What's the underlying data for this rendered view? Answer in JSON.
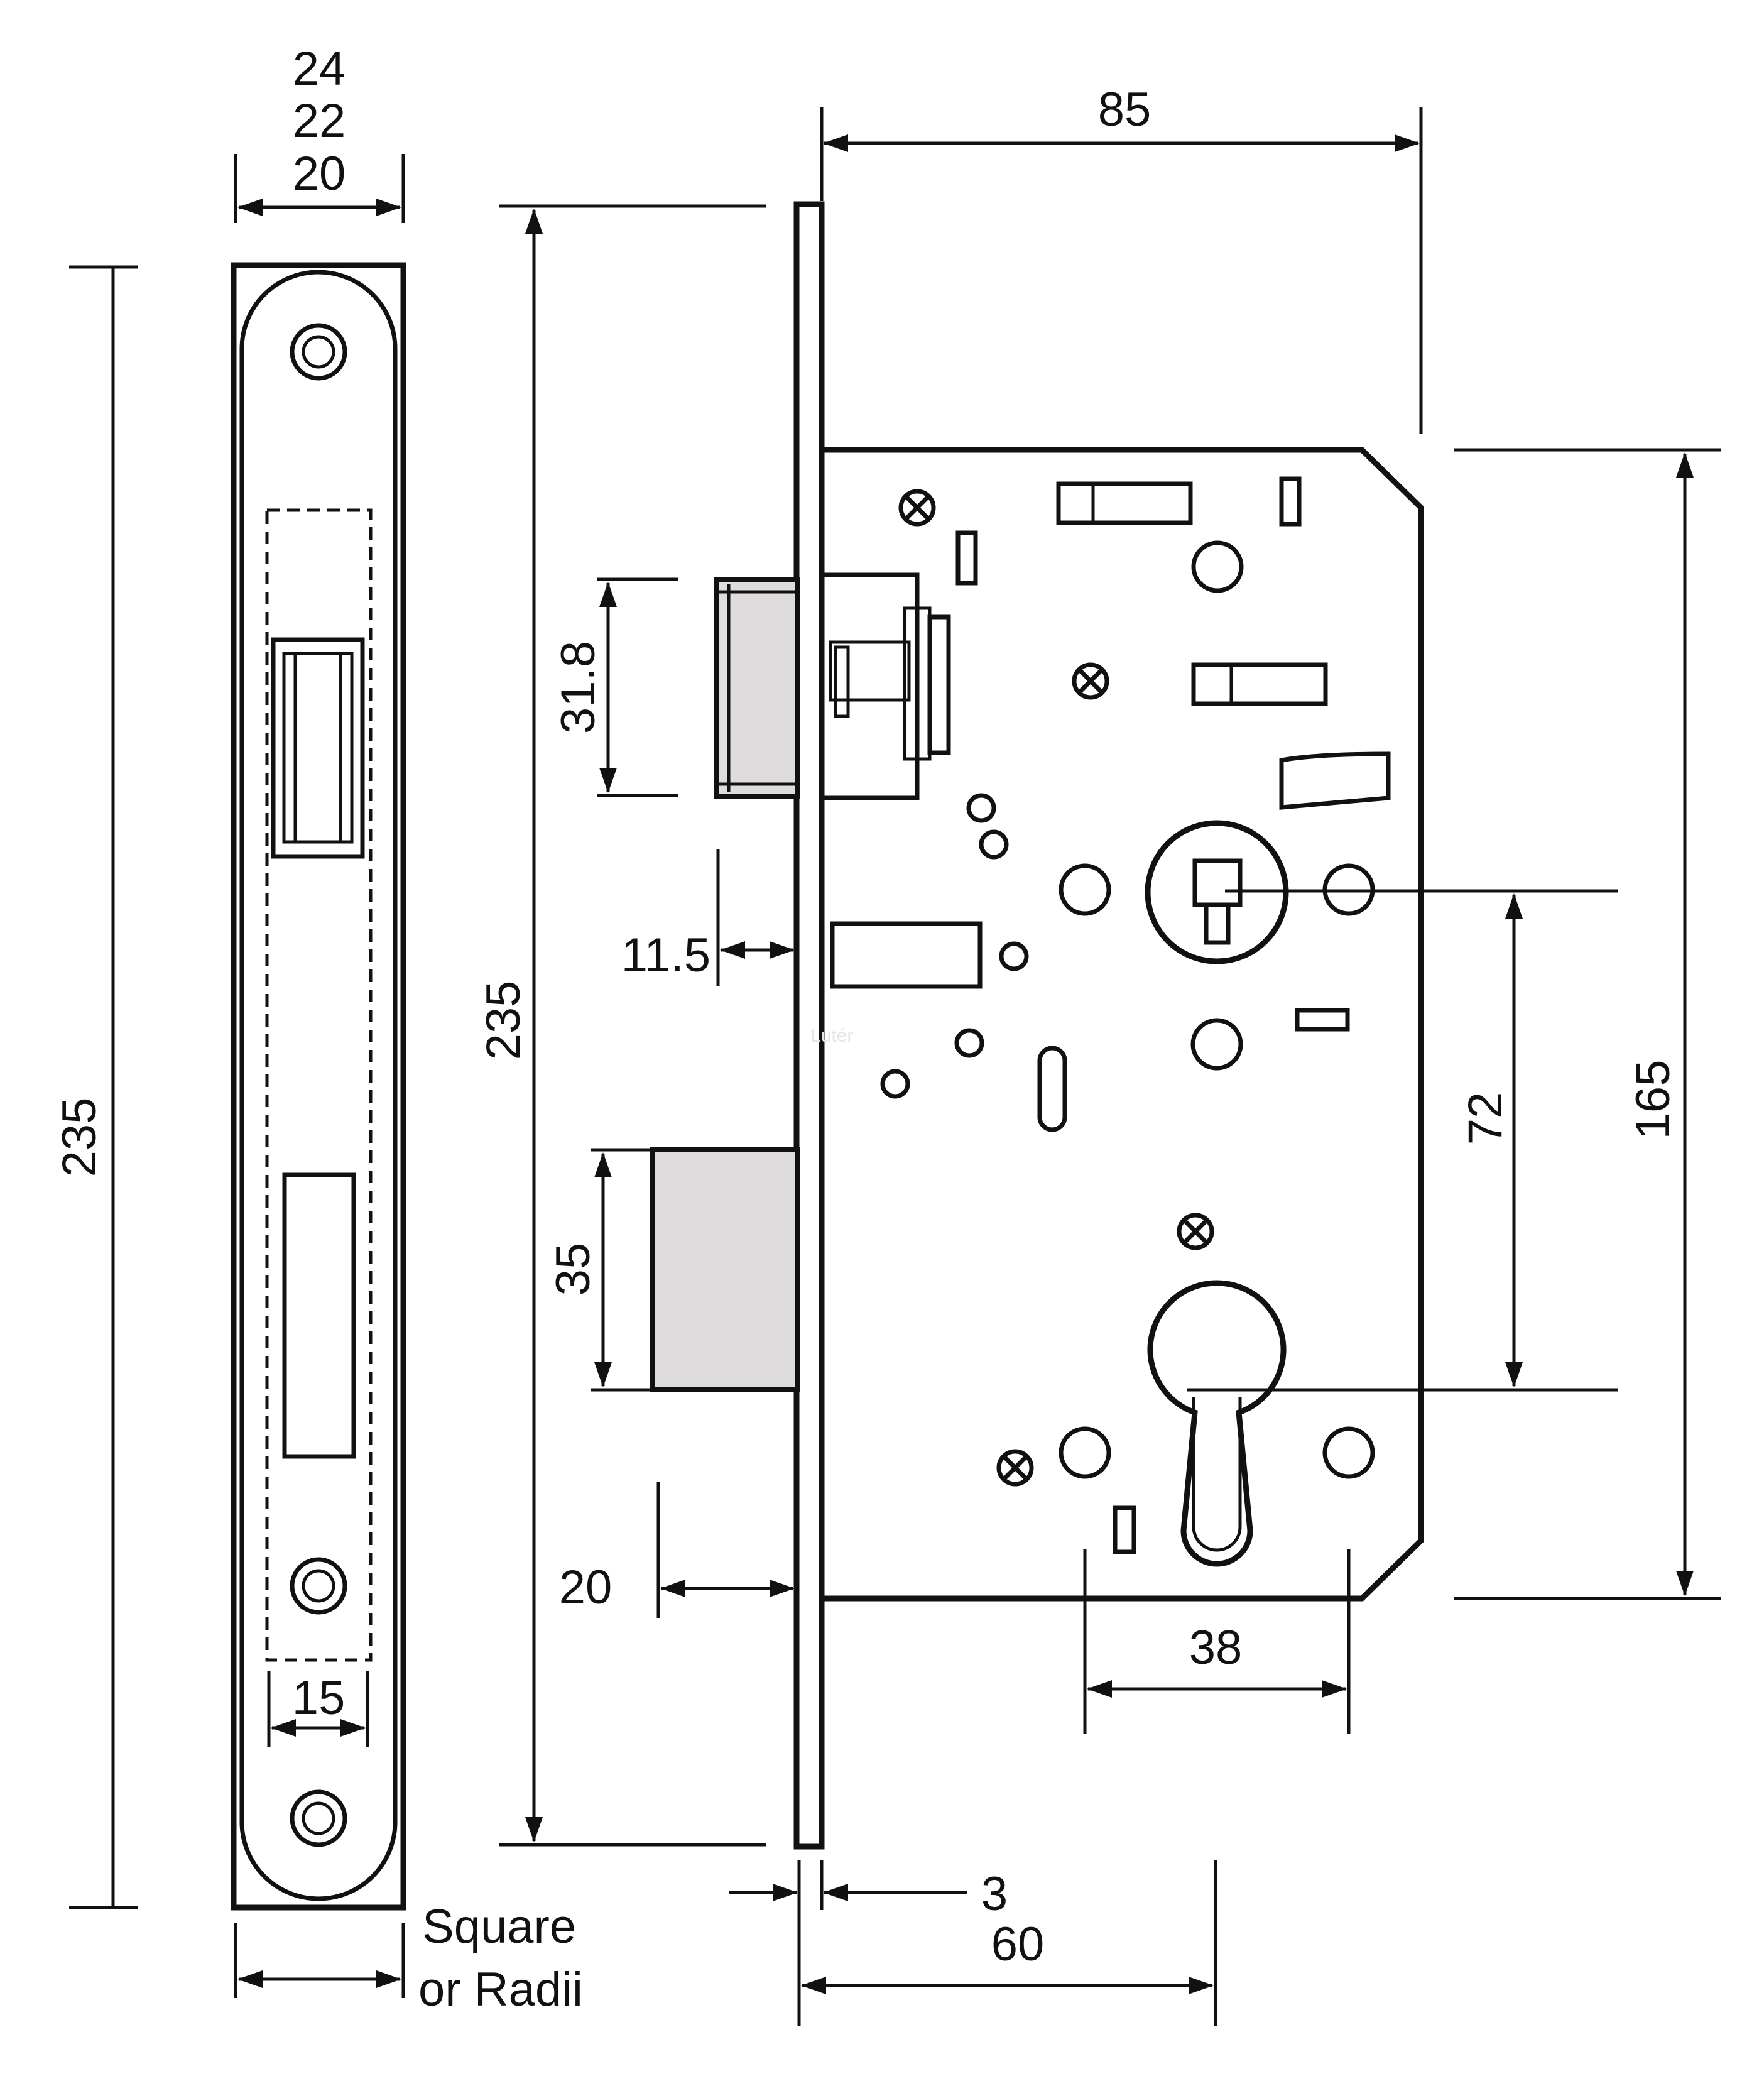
{
  "dimensions": {
    "faceplate_width_1": "24",
    "faceplate_width_2": "22",
    "faceplate_width_3": "20",
    "faceplate_height": "235",
    "slot_width": "15",
    "faceplate_end_note_1": "Square",
    "faceplate_end_note_2": "or Radii",
    "case_depth": "85",
    "overall_height": "235",
    "latch_height": "31.8",
    "latch_gap": "11.5",
    "deadbolt_height": "35",
    "deadbolt_throw": "20",
    "faceplate_thickness": "3",
    "backset": "60",
    "case_height": "165",
    "handle_to_cylinder": "72",
    "screw_spacing": "38"
  },
  "watermark": "Lutér"
}
